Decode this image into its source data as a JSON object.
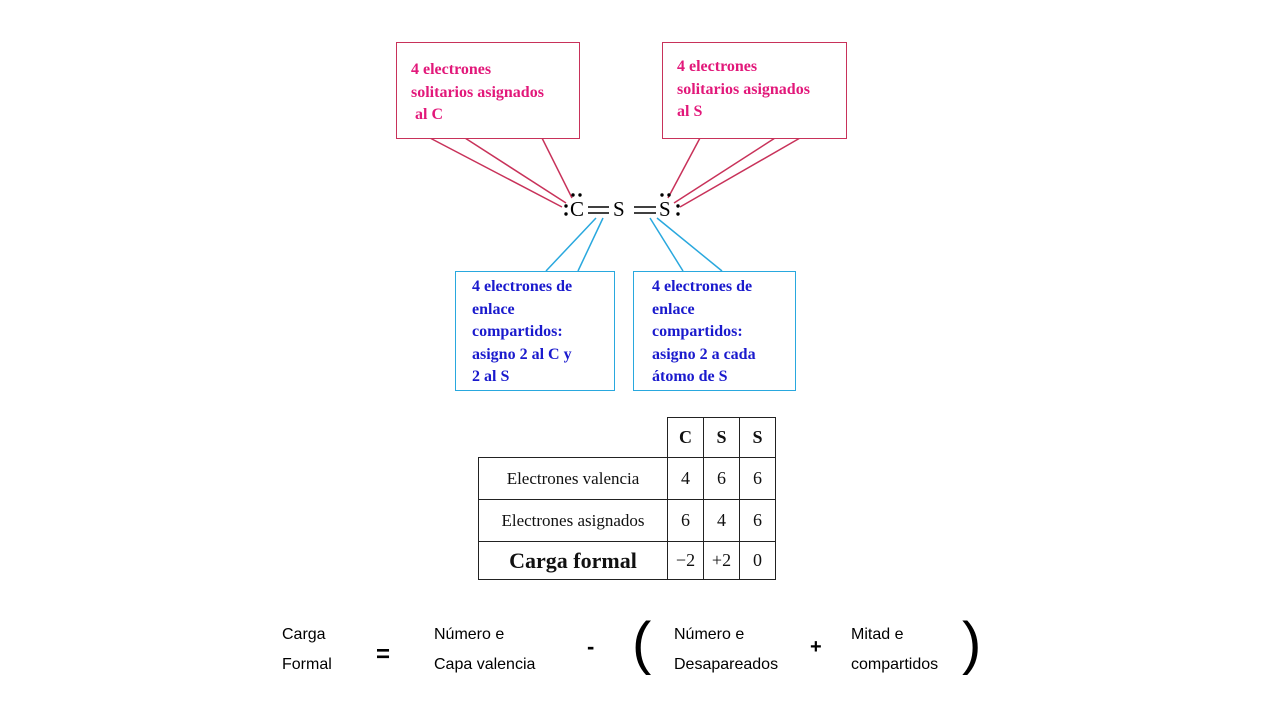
{
  "callouts": {
    "lone_c": [
      "4 electrones",
      "solitarios asignados",
      " al C"
    ],
    "lone_s": [
      "4 electrones",
      "solitarios asignados",
      "al S"
    ],
    "bond_c": [
      "4 electrones de",
      "enlace",
      "compartidos:",
      "asigno 2 al C y",
      "2 al S"
    ],
    "bond_s": [
      "4 electrones de",
      "enlace",
      "compartidos:",
      "asigno 2 a cada",
      "átomo de S"
    ]
  },
  "molecule": {
    "atom_left": "C",
    "atom_center": "S",
    "atom_right": "S",
    "lone_pair_dots": "••"
  },
  "table": {
    "columns": [
      "C",
      "S",
      "S"
    ],
    "rows": [
      {
        "label": "Electrones valencia",
        "values": [
          "4",
          "6",
          "6"
        ]
      },
      {
        "label": "Electrones asignados",
        "values": [
          "6",
          "4",
          "6"
        ]
      },
      {
        "label": "Carga formal",
        "values": [
          "−2",
          "+2",
          "0"
        ]
      }
    ]
  },
  "formula": {
    "lhs_line1": "Carga",
    "lhs_line2": "Formal",
    "equals": "=",
    "term1_line1": "Número e",
    "term1_line2": "Capa valencia",
    "minus": "-",
    "open_paren": "(",
    "close_paren": ")",
    "term2_line1": "Número e",
    "term2_line2": "Desapareados",
    "plus": "+",
    "term3_line1": "Mitad e",
    "term3_line2": "compartidos"
  },
  "colors": {
    "pink_border": "#c8325a",
    "pink_text": "#e2187a",
    "blue_border": "#29a8de",
    "blue_text": "#1a1acd"
  }
}
